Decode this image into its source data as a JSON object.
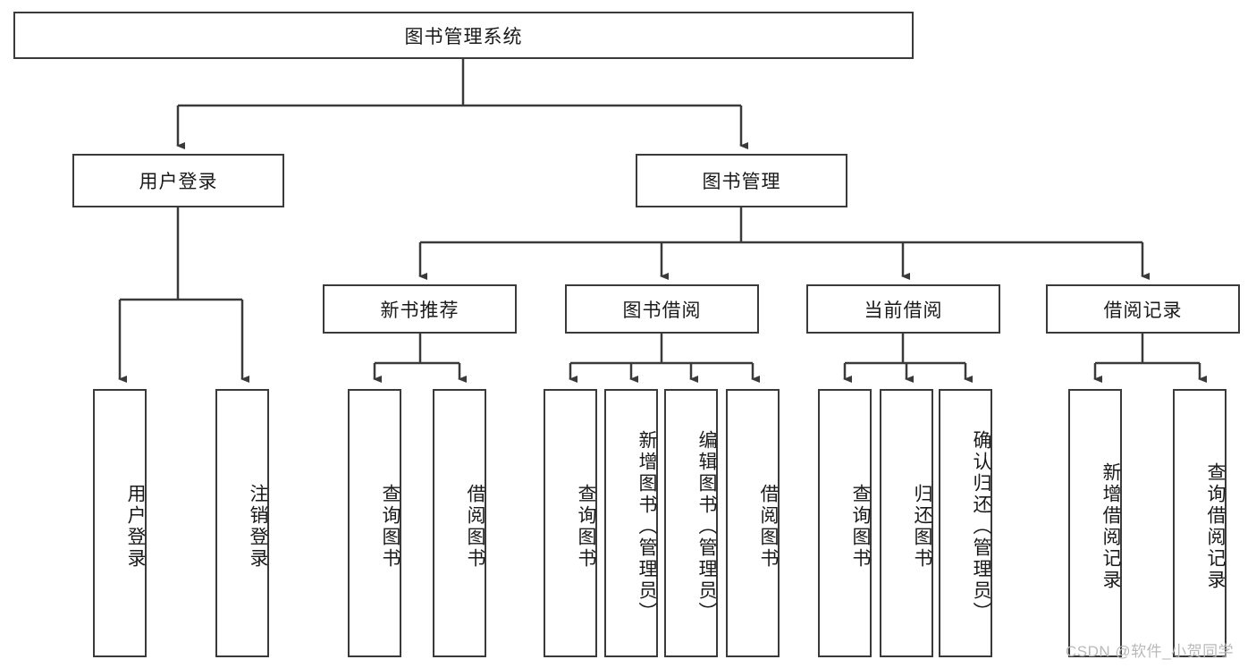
{
  "diagram": {
    "title": "图书管理系统",
    "background_color": "#ffffff",
    "line_color": "#3a3a3a",
    "text_color": "#1a1a1a",
    "root": {
      "label": "图书管理系统"
    },
    "level2": [
      {
        "label": "用户登录"
      },
      {
        "label": "图书管理"
      }
    ],
    "level3": [
      {
        "label": "新书推荐"
      },
      {
        "label": "图书借阅"
      },
      {
        "label": "当前借阅"
      },
      {
        "label": "借阅记录"
      }
    ],
    "leaves": {
      "user_login": [
        {
          "label": "用户登录"
        },
        {
          "label": "注销登录"
        }
      ],
      "new_book": [
        {
          "label": "查询图书"
        },
        {
          "label": "借阅图书"
        }
      ],
      "book_borrow": [
        {
          "label": "查询图书"
        },
        {
          "label": "新增图书（管理员）"
        },
        {
          "label": "编辑图书（管理员）"
        },
        {
          "label": "借阅图书"
        }
      ],
      "current_borrow": [
        {
          "label": "查询图书"
        },
        {
          "label": "归还图书"
        },
        {
          "label": "确认归还（管理员）"
        }
      ],
      "borrow_record": [
        {
          "label": "新增借阅记录"
        },
        {
          "label": "查询借阅记录"
        }
      ]
    }
  },
  "watermark": {
    "text": "CSDN @软件_小贺同学"
  }
}
